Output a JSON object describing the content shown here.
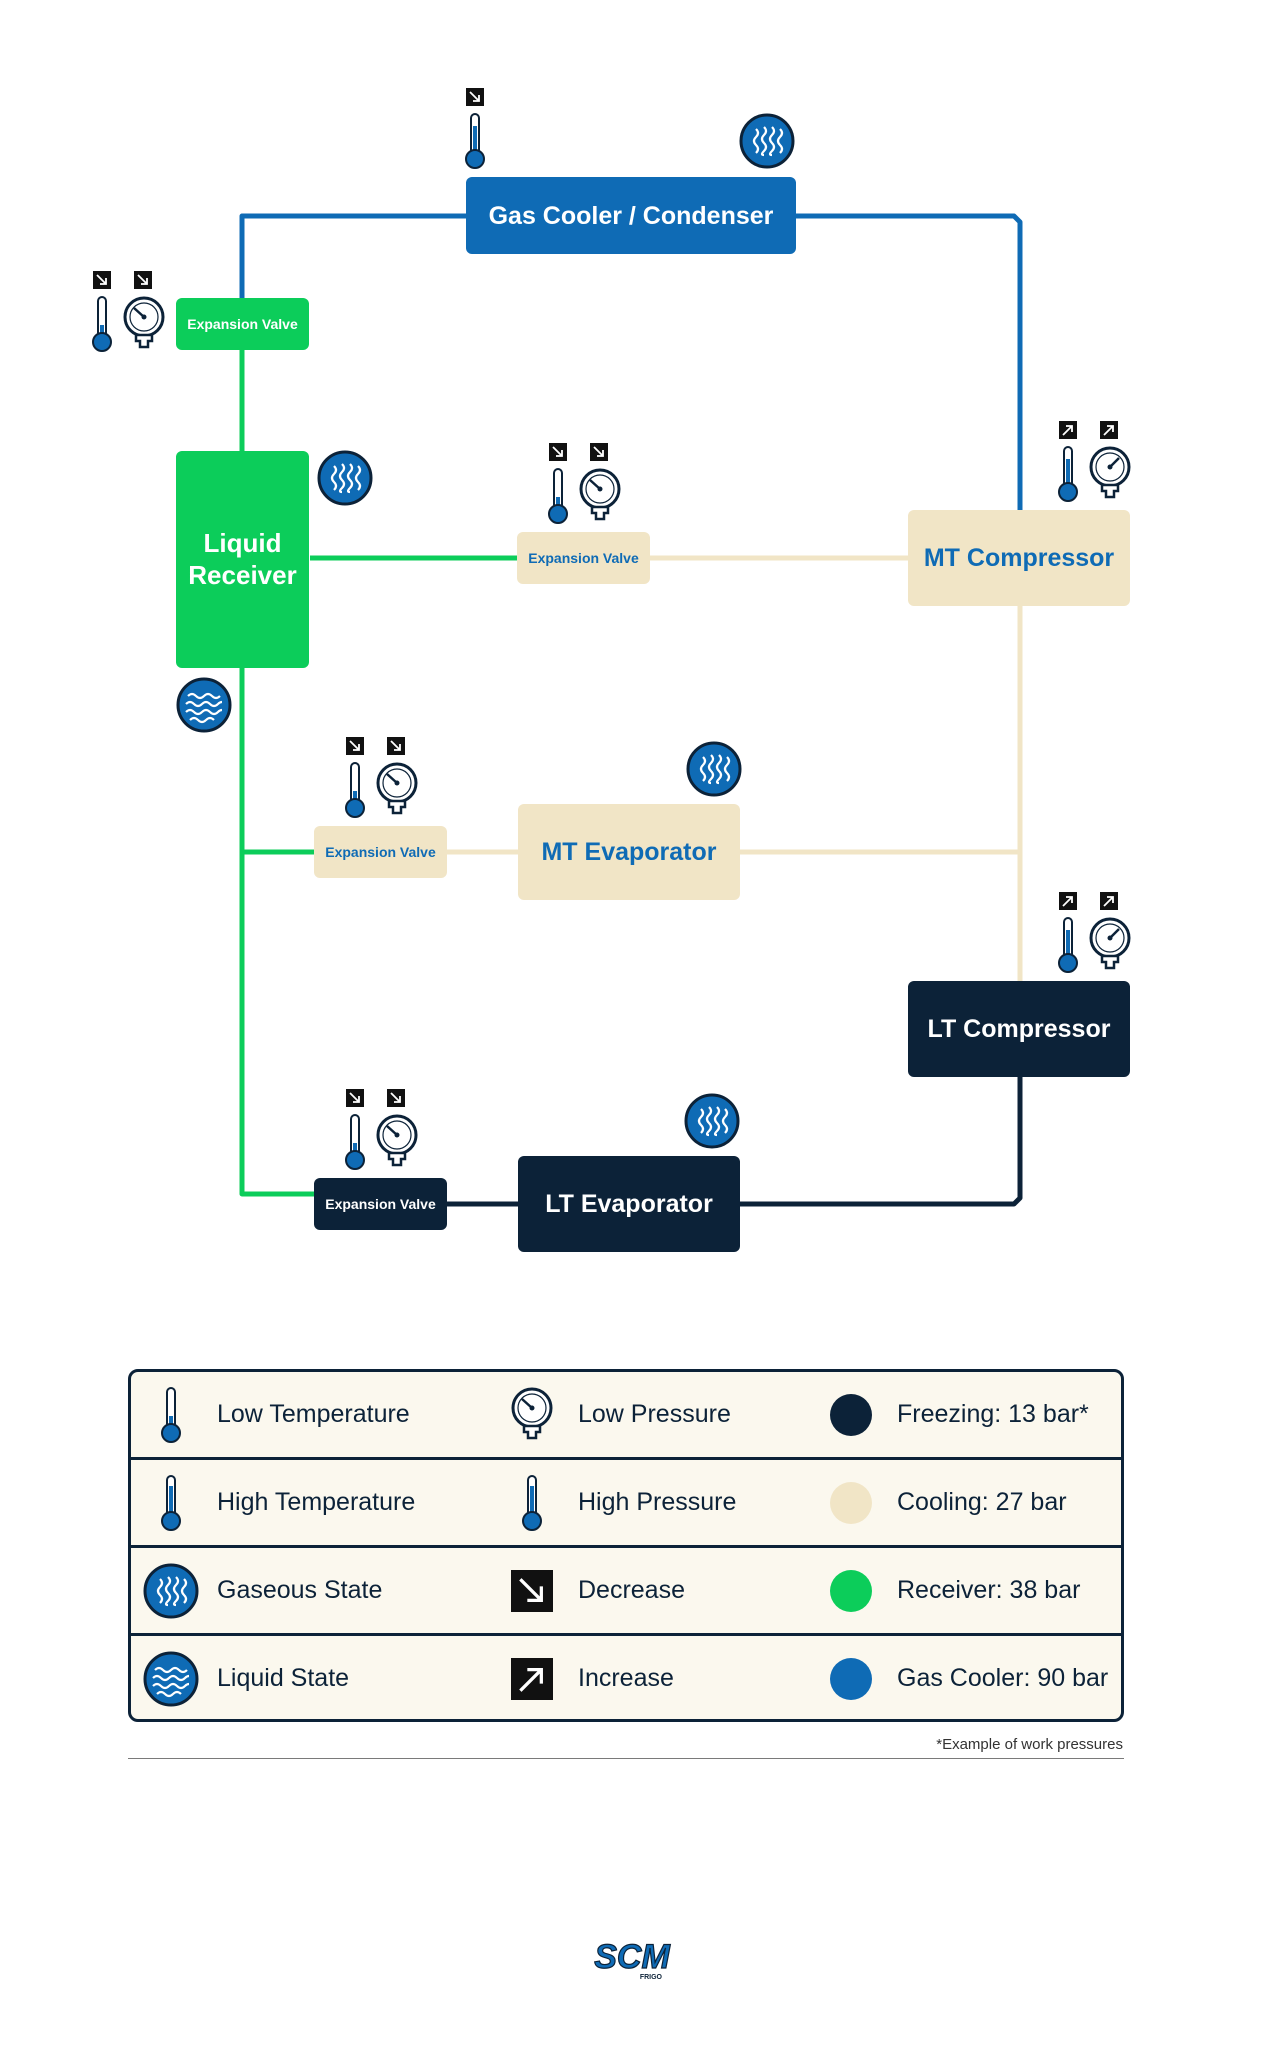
{
  "nodes": {
    "gas_cooler": "Gas Cooler / Condenser",
    "liquid_receiver": "Liquid\nReceiver",
    "mt_compressor": "MT Compressor",
    "lt_compressor": "LT Compressor",
    "mt_evaporator": "MT Evaporator",
    "lt_evaporator": "LT Evaporator",
    "exp_valve_top": "Expansion Valve",
    "exp_valve_mid": "Expansion Valve",
    "exp_valve_mt": "Expansion Valve",
    "exp_valve_lt": "Expansion Valve"
  },
  "legend": {
    "rows": [
      [
        {
          "icon": "thermometer-low-icon",
          "label": "Low Temperature"
        },
        {
          "icon": "gauge-icon",
          "label": "Low Pressure"
        },
        {
          "icon": "dot",
          "color": "#0c2238",
          "label": "Freezing: 13 bar*"
        }
      ],
      [
        {
          "icon": "thermometer-high-icon",
          "label": "High Temperature"
        },
        {
          "icon": "thermometer-high-icon",
          "label": "High Pressure"
        },
        {
          "icon": "dot",
          "color": "#f1e5c6",
          "label": "Cooling: 27 bar"
        }
      ],
      [
        {
          "icon": "gaseous-state-icon",
          "label": "Gaseous State"
        },
        {
          "icon": "decrease-arrow-icon",
          "label": "Decrease"
        },
        {
          "icon": "dot",
          "color": "#0ccd5a",
          "label": "Receiver: 38 bar"
        }
      ],
      [
        {
          "icon": "liquid-state-icon",
          "label": "Liquid State"
        },
        {
          "icon": "increase-arrow-icon",
          "label": "Increase"
        },
        {
          "icon": "dot",
          "color": "#0f6bb5",
          "label": "Gas Cooler: 90 bar"
        }
      ]
    ]
  },
  "footnote": "*Example of work pressures",
  "logo": {
    "text": "SCM",
    "subtext": "FRIGO"
  },
  "colors": {
    "freezing": "#0c2238",
    "cooling": "#f1e5c6",
    "receiver": "#0ccd5a",
    "gas_cooler": "#0f6bb5"
  }
}
